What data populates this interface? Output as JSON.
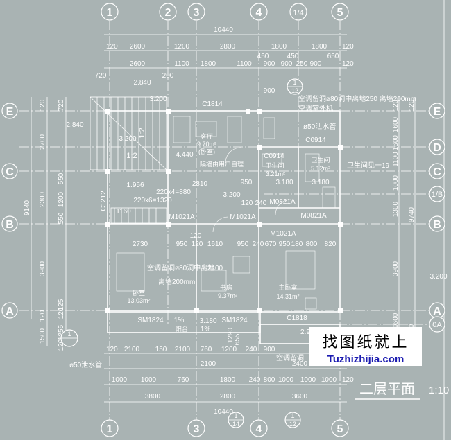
{
  "title": "二层平面",
  "scale_partial": "1:10",
  "axes_top": [
    "1",
    "2",
    "3",
    "4",
    "1/4",
    "5"
  ],
  "axes_bottom": [
    "1",
    "3",
    "4",
    "5"
  ],
  "axes_left": [
    "E",
    "C",
    "B",
    "A"
  ],
  "axes_right": [
    "E",
    "D",
    "C",
    "1/B",
    "B",
    "A",
    "0A"
  ],
  "detail_marks": [
    {
      "num": "1",
      "den": "12"
    },
    {
      "num": "1",
      "den": "14"
    },
    {
      "num": "1",
      "den": "12"
    },
    {
      "num": "1",
      "den": ""
    }
  ],
  "dims": {
    "top_total": "10440",
    "top_row1": [
      "120",
      "2600",
      "1200",
      "2800",
      "1800",
      "1800",
      "120"
    ],
    "top_row2": [
      "2600",
      "1100",
      "1800",
      "1100",
      "900",
      "900",
      "450",
      "450",
      "650",
      "250",
      "900",
      "120"
    ],
    "left_total": "9140",
    "left_segments": [
      "2700",
      "2300",
      "3900",
      "1500",
      "120",
      "120",
      "120",
      "720",
      "550",
      "1200",
      "550",
      "125",
      "1255",
      "120"
    ],
    "right_total": "9740",
    "right_segments": [
      "1600",
      "1600",
      "1100",
      "1000",
      "1300",
      "3900",
      "600",
      "120",
      "120",
      "120",
      "120"
    ],
    "bottom_row1": [
      "120",
      "2100",
      "150",
      "2100",
      "760",
      "1200",
      "240",
      "900",
      "2100",
      "2400",
      "120"
    ],
    "bottom_row2": [
      "1000",
      "1000",
      "760",
      "1800",
      "240",
      "800",
      "1000",
      "1000",
      "1000",
      "120"
    ],
    "bottom_row3": [
      "3800",
      "2800",
      "3600"
    ],
    "bottom_total": "10440",
    "inner": [
      "2730",
      "950",
      "120",
      "1610",
      "950",
      "240",
      "670",
      "950",
      "180",
      "800",
      "820",
      "2810",
      "3.200",
      "3.180",
      "3.180",
      "3.180",
      "120",
      "240",
      "1160",
      "950",
      "2.840",
      "3.200",
      "2.840",
      "3.200",
      "4.440",
      "1.956",
      "220x4=880",
      "220x6=1320",
      "1%",
      "1%",
      "1:2",
      "1:2",
      "720",
      "2400",
      "200",
      "3.200",
      "1290",
      "655",
      "2.9",
      "900",
      "120"
    ]
  },
  "rooms": [
    {
      "name": "客厅",
      "sub": "(卧室)",
      "area": "9.70m²"
    },
    {
      "name": "卧室",
      "area": "13.03m²"
    },
    {
      "name": "书房",
      "area": "9.37m²"
    },
    {
      "name": "主卧室",
      "area": "14.31m²"
    },
    {
      "name": "卫生间",
      "area": "3.21m²"
    },
    {
      "name": "卫生间",
      "area": "5.12m²"
    },
    {
      "name": "阳台"
    }
  ],
  "openings": [
    "C1814",
    "C0914",
    "C0914",
    "C1212",
    "M0821A",
    "M0821A",
    "M1021A",
    "M1021A",
    "M1021A",
    "SM1824",
    "SM1824",
    "C1818"
  ],
  "notes": [
    "空调留洞ø80洞中离地250 离墙200mm",
    "空调室外机",
    "ø50泄水管",
    "空调留洞ø80洞中离地",
    "离墙200mm",
    "隔墙由用户自理",
    "卫生间见一19",
    "ø50泄水管",
    "空调留洞"
  ],
  "watermark": {
    "cn": "找图纸就上",
    "en": "Tuzhizhijia.com"
  }
}
